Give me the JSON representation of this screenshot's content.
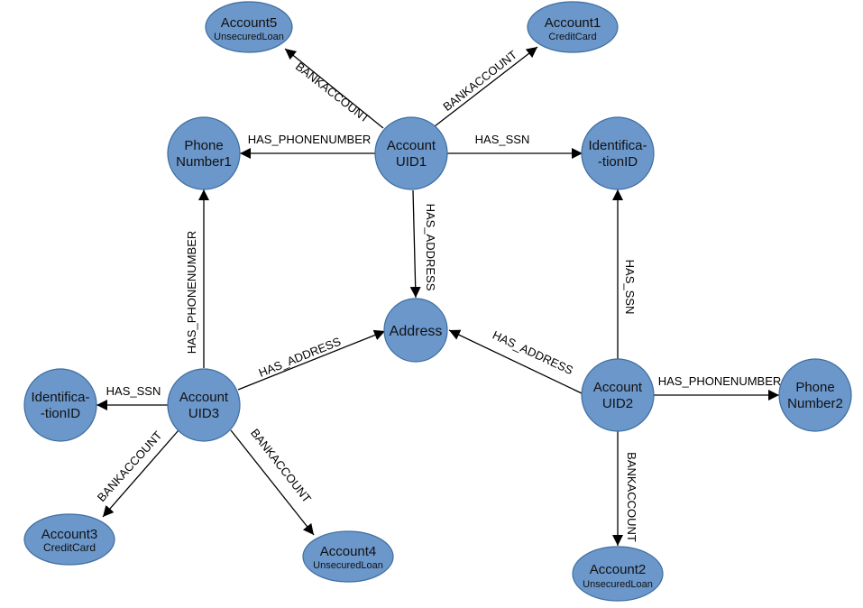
{
  "colors": {
    "node_fill": "#6b97cb",
    "node_stroke": "#3e6e9f",
    "edge": "#000000",
    "background": "#ffffff"
  },
  "nodes": {
    "account5": {
      "line1": "Account5",
      "line2": "UnsecuredLoan"
    },
    "account1": {
      "line1": "Account1",
      "line2": "CreditCard"
    },
    "phone1": {
      "line1": "Phone",
      "line2": "Number1"
    },
    "uid1": {
      "line1": "Account",
      "line2": "UID1"
    },
    "ident1": {
      "line1": "Identifica-",
      "line2": "-tionID"
    },
    "address": {
      "line1": "Address",
      "line2": ""
    },
    "uid3": {
      "line1": "Account",
      "line2": "UID3"
    },
    "ident3": {
      "line1": "Identifica-",
      "line2": "-tionID"
    },
    "uid2": {
      "line1": "Account",
      "line2": "UID2"
    },
    "phone2": {
      "line1": "Phone",
      "line2": "Number2"
    },
    "account3": {
      "line1": "Account3",
      "line2": "CreditCard"
    },
    "account4": {
      "line1": "Account4",
      "line2": "UnsecuredLoan"
    },
    "account2": {
      "line1": "Account2",
      "line2": "UnsecuredLoan"
    }
  },
  "edges": {
    "uid1_account5": "BANKACCOUNT",
    "uid1_account1": "BANKACCOUNT",
    "uid1_phone1": "HAS_PHONENUMBER",
    "uid1_ident1": "HAS_SSN",
    "uid1_address": "HAS_ADDRESS",
    "uid3_phone1": "HAS_PHONENUMBER",
    "uid3_address": "HAS_ADDRESS",
    "uid3_ident3": "HAS_SSN",
    "uid3_account3": "BANKACCOUNT",
    "uid3_account4": "BANKACCOUNT",
    "uid2_address": "HAS_ADDRESS",
    "uid2_ident1": "HAS_SSN",
    "uid2_phone2": "HAS_PHONENUMBER",
    "uid2_account2": "BANKACCOUNT"
  }
}
